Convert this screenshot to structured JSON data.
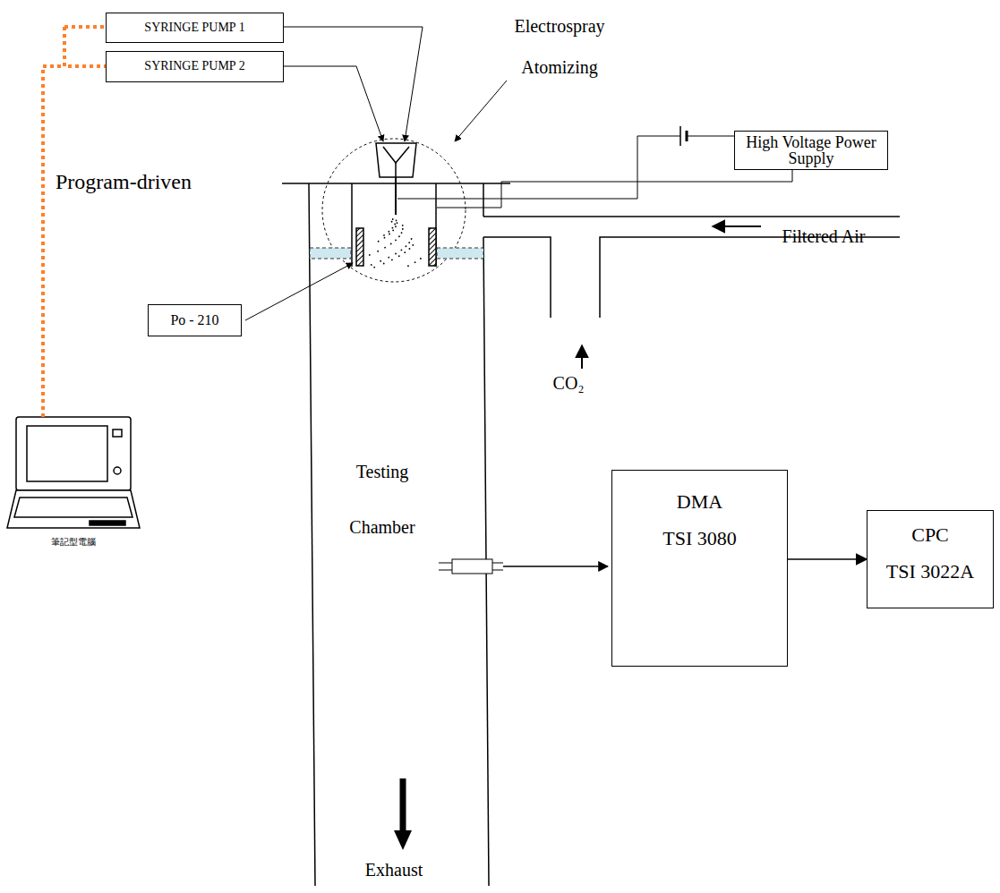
{
  "diagram": {
    "nodes": [
      {
        "text": [
          "SYRINGE PUMP 1"
        ]
      },
      {
        "text": [
          "SYRINGE PUMP 2"
        ]
      },
      {
        "text": [
          "High Voltage Power Supply"
        ]
      },
      {
        "text": [
          "Po - 210"
        ]
      },
      {
        "text": [
          "DMA",
          "TSI 3080"
        ]
      },
      {
        "text": [
          "CPC",
          "TSI 3022A"
        ]
      }
    ],
    "edges": [
      {
        "from": 4,
        "to": 5,
        "arrow": "to"
      }
    ],
    "labels": [
      "Electrospray Atomizing",
      "Program-driven",
      "Filtered Air",
      "CO₂",
      "Testing Chamber",
      "Exhaust",
      "筆記型電腦"
    ]
  }
}
